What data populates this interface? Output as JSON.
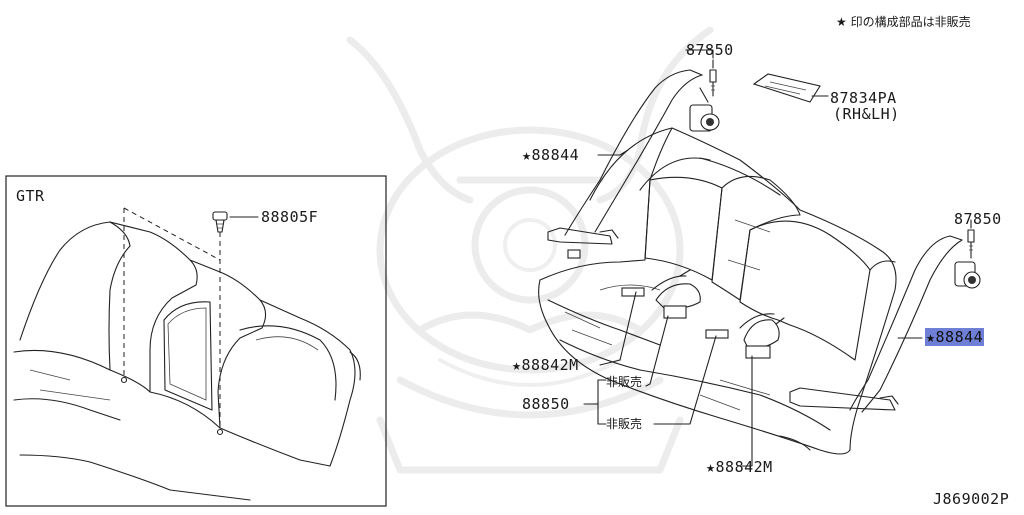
{
  "notice": "★ 印の構成部品は非販売",
  "diagram_code": "J869002P",
  "inset": {
    "title": "GTR",
    "parts": [
      {
        "id": "clip",
        "number": "88805F"
      }
    ]
  },
  "callouts": {
    "bolt_upper": "87850",
    "bracket": "87834PA",
    "bracket_note": "(RH&LH)",
    "belt_left": "★88844",
    "bolt_right": "87850",
    "belt_right_star": "★",
    "belt_right_num": "88844",
    "buckle_left": "★88842M",
    "not_sold_1": "非販売",
    "buckle_set": "88850",
    "not_sold_2": "非販売",
    "buckle_right": "★88842M"
  }
}
